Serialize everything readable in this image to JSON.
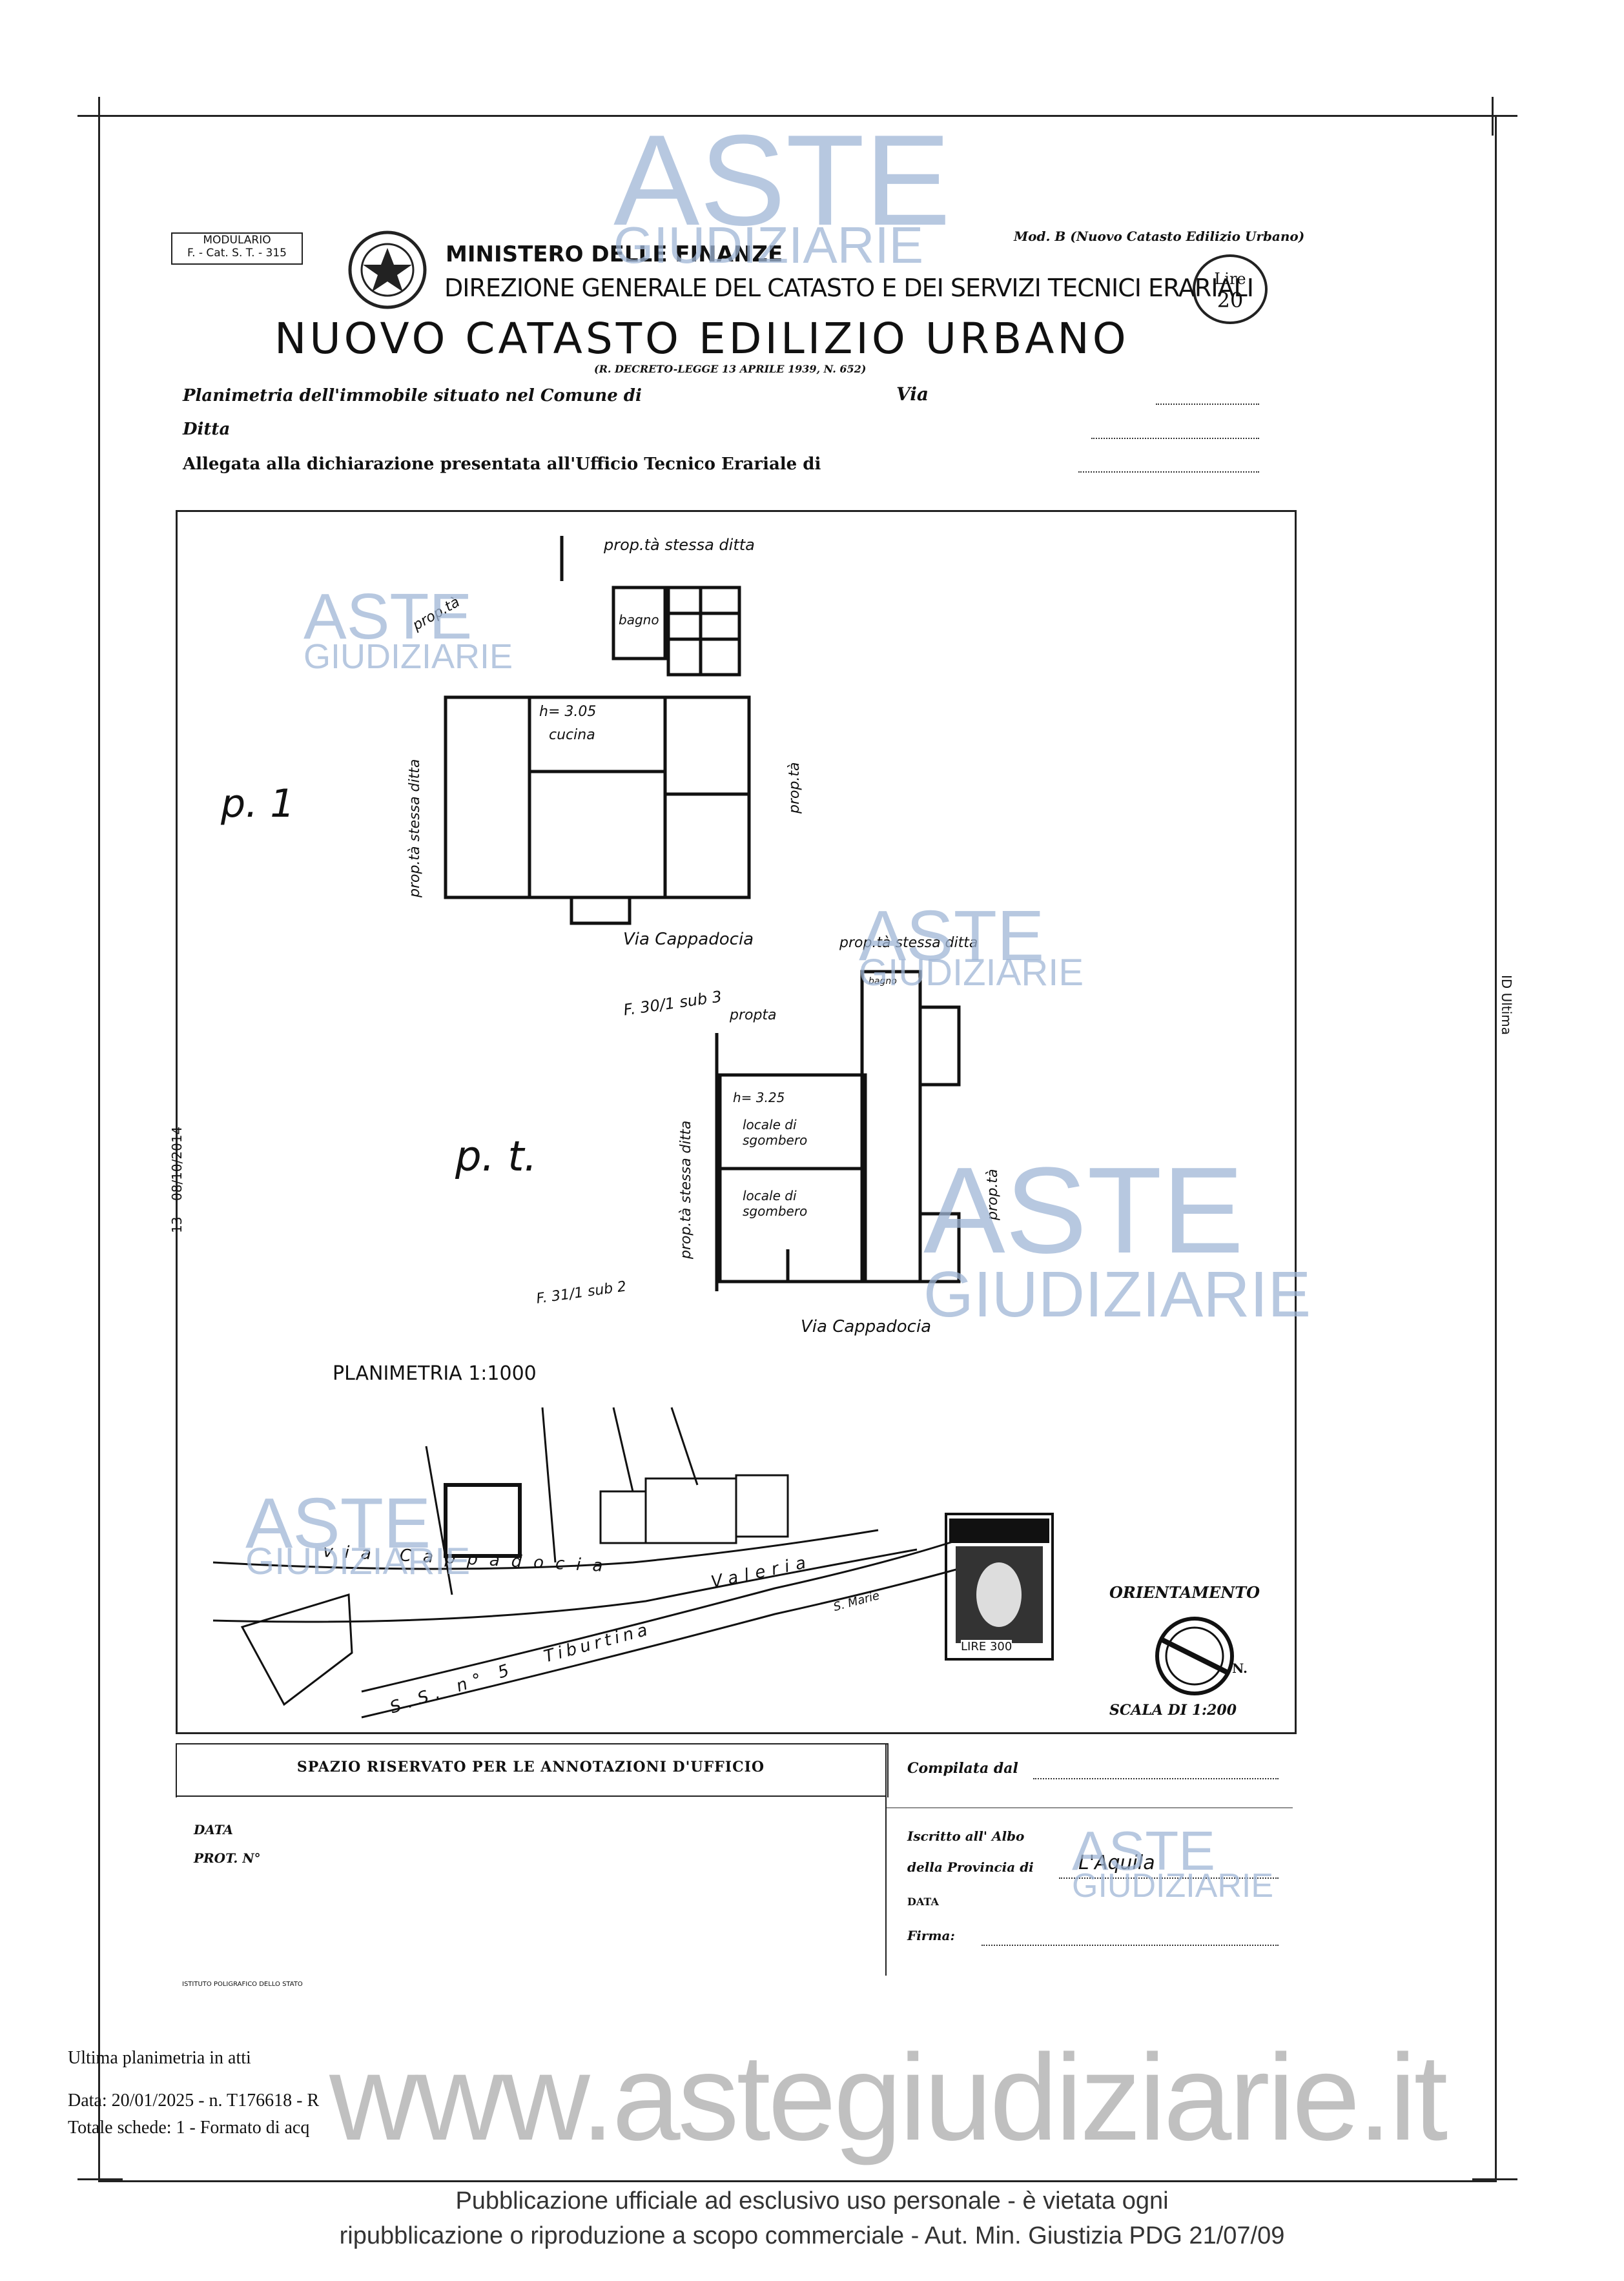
{
  "header": {
    "modulario_line1": "MODULARIO",
    "modulario_line2": "F. - Cat. S. T. - 315",
    "ministry": "MINISTERO DELLE FINANZE",
    "directorate": "DIREZIONE GENERALE DEL CATASTO E DEI SERVIZI TECNICI ERARIALI",
    "model": "Mod. B (Nuovo Catasto Edilizio Urbano)",
    "stamp_line1": "Lire",
    "stamp_line2": "20",
    "title": "NUOVO CATASTO EDILIZIO URBANO",
    "decree": "(R. DECRETO-LEGGE 13 APRILE 1939, N. 652)"
  },
  "form": {
    "line1_label": "Planimetria dell'immobile situato nel Comune di",
    "line1_via": "Via",
    "line2_label": "Ditta",
    "line3_label": "Allegata alla dichiarazione presentata all'Ufficio Tecnico Erariale di"
  },
  "plan": {
    "top_label": "prop.tà stessa ditta",
    "floor1": "p. 1",
    "ground": "p. t.",
    "bagno": "bagno",
    "h_cucina": "h= 3.05",
    "cucina": "cucina",
    "side_left": "prop.tà stessa ditta",
    "side_right1": "prop.tà",
    "side_prop_small": "prop.tà",
    "street1": "Via Cappadocia",
    "ref1": "F. 30/1 sub 3",
    "ref2": "F. 31/1 sub 2",
    "prop_mid": "propta",
    "top_label2": "prop.tà stessa ditta",
    "locale_h": "h= 3.25",
    "locale1": "locale di sgombero",
    "locale2": "locale di sgombero",
    "side_left2": "prop.tà stessa ditta",
    "side_right2": "prop.tà",
    "bagno2": "bagno",
    "street2": "Via Cappadocia",
    "planimetria": "PLANIMETRIA 1:1000",
    "map_cappadocia": "via Cappadocia",
    "map_valeria": "Valeria",
    "map_tiburtina": "Tiburtina",
    "map_ss": "S.S. n° 5",
    "map_smarie": "S. Marie",
    "stamp_value": "LIRE 300",
    "orient": "ORIENTAMENTO",
    "north": "N.",
    "scale": "SCALA DI 1:200"
  },
  "office": {
    "title": "SPAZIO RISERVATO PER LE ANNOTAZIONI D'UFFICIO",
    "data": "DATA",
    "prot": "PROT. N°",
    "compilata": "Compilata dal",
    "iscritto": "Iscritto all' Albo",
    "provincia": "della Provincia di",
    "provincia_val": "L'Aquila",
    "data_r": "DATA",
    "firma": "Firma:",
    "istituto": "ISTITUTO POLIGRAFICO DELLO STATO"
  },
  "side": {
    "left_num": "13",
    "left_date": "08/10/2014",
    "right_vert": "ID Ultima"
  },
  "bottom": {
    "l1": "Ultima planimetria in atti",
    "l2": "Data: 20/01/2025 - n. T176618 - R",
    "l3": "Totale schede: 1 - Formato di acq"
  },
  "watermarks": {
    "aste": "ASTE",
    "giudiziarie": "GIUDIZIARIE",
    "site": "www.astegiudiziarie.it"
  },
  "footer": {
    "line1": "Pubblicazione ufficiale ad esclusivo uso personale - è vietata ogni",
    "line2": "ripubblicazione o riproduzione a scopo commerciale - Aut. Min. Giustizia PDG 21/07/09"
  }
}
